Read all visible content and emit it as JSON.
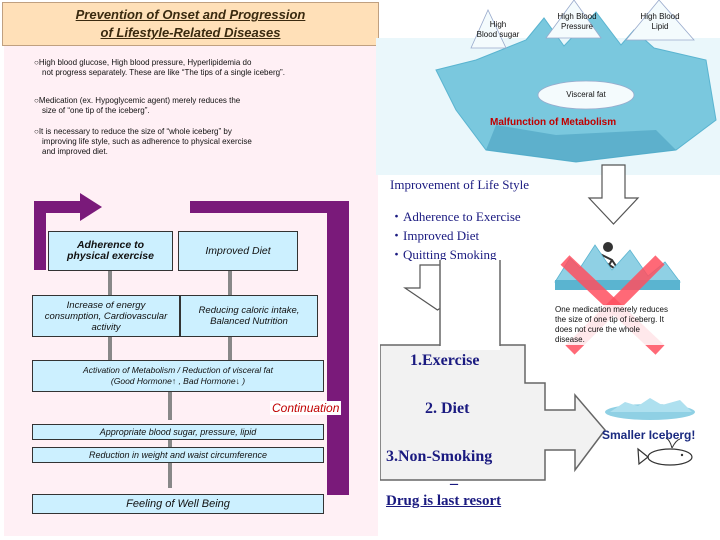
{
  "title": {
    "line1": "Prevention of Onset and Progression",
    "line2": "of Lifestyle-Related Diseases"
  },
  "bullets": [
    {
      "l1": "○High blood glucose, High blood pressure, Hyperlipidemia do",
      "l2": "not progress separately. These are like “The tips of a single iceberg”."
    },
    {
      "l1": "○Medication (ex. Hypoglycemic agent) merely reduces the",
      "l2": "size of “one tip of the iceberg”."
    },
    {
      "l1": "○It is necessary to reduce the size of “whole iceberg” by",
      "l2": "improving life style, such as adherence to physical exercise",
      "l3": "and improved diet."
    }
  ],
  "iceberg": {
    "tip1": {
      "l1": "High",
      "l2": "Blood sugar"
    },
    "tip2": {
      "l1": "High Blood",
      "l2": "Pressure"
    },
    "tip3": {
      "l1": "High Blood",
      "l2": "Lipid"
    },
    "visceral_fat": "Visceral fat",
    "malfunction": "Malfunction of Metabolism"
  },
  "lifestyle": {
    "heading": "Improvement of Life Style",
    "items": [
      "・Adherence to Exercise",
      "・Improved Diet",
      "・Quitting Smoking"
    ]
  },
  "flow": {
    "adherence": {
      "l1": "Adherence to",
      "l2": "physical exercise"
    },
    "improved_diet": "Improved Diet",
    "increase": {
      "l1": "Increase of energy",
      "l2": "consumption, Cardiovascular",
      "l3": "activity"
    },
    "reducing": {
      "l1": "Reducing caloric intake,",
      "l2": "Balanced Nutrition"
    },
    "activation": {
      "l1": "Activation of Metabolism / Reduction of visceral fat",
      "l2": "(Good Hormone↑ , Bad Hormone↓ )"
    },
    "continuation": "Continuation",
    "appropriate": "Appropriate blood sugar, pressure, lipid",
    "reduction": "Reduction in weight and waist circumference",
    "feeling": "Feeling of Well Being"
  },
  "steps": {
    "exercise": "1.Exercise",
    "diet": "2. Diet",
    "smoking": "3.Non-Smoking",
    "dash": "_",
    "drug": "Drug is last resort"
  },
  "medication_note": {
    "l1": "One medication merely reduces",
    "l2": "the size of one tip of iceberg. It",
    "l3": "does not cure the whole",
    "l4": "disease."
  },
  "smaller_iceberg": "Smaller Iceberg!",
  "colors": {
    "purple": "#7a1a7a",
    "ice": "#a8dce8",
    "ice_dark": "#5ab4d0",
    "light_blue": "#ccf0ff",
    "red": "#c00000",
    "cross_red": "#ff5060",
    "title_bg": "#ffe0b8"
  }
}
